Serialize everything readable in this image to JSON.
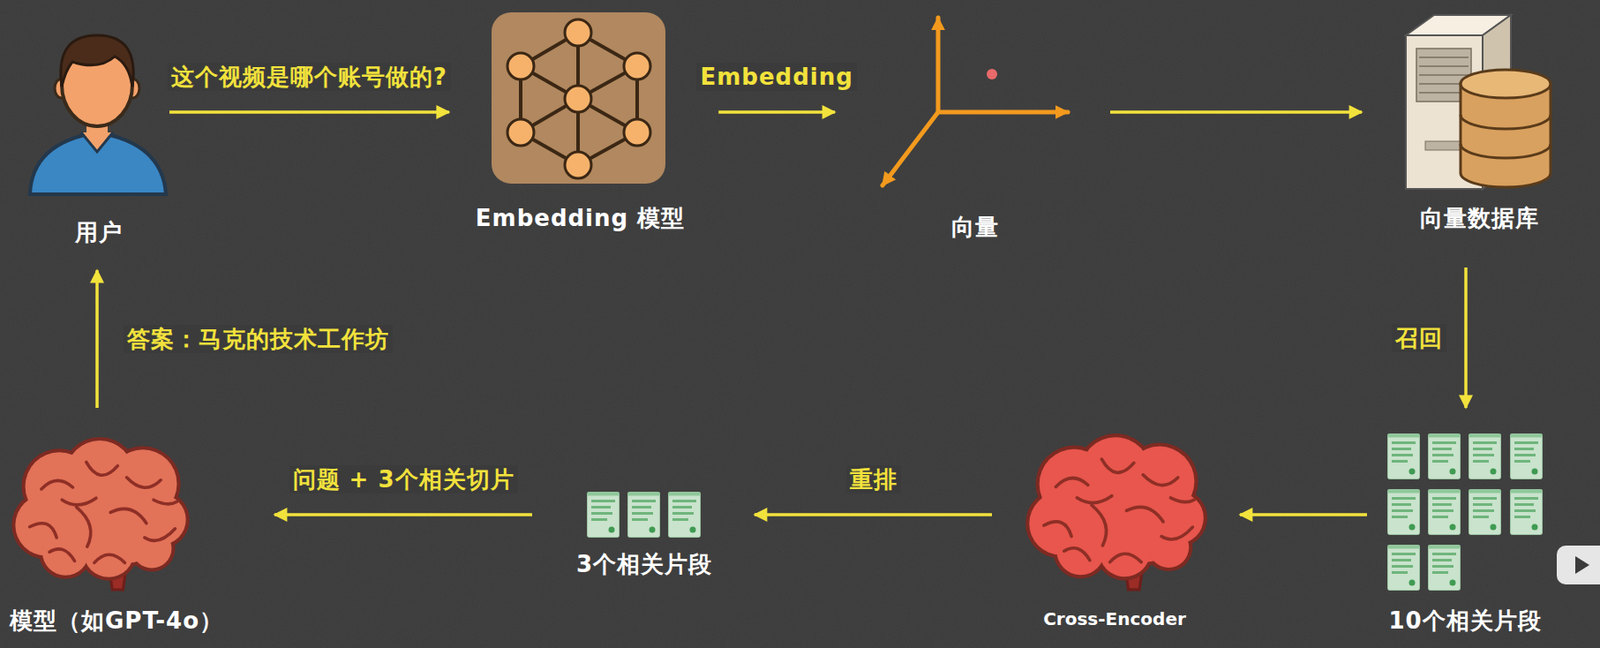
{
  "diagram": {
    "nodes": [
      {
        "text": [
          "用户"
        ]
      },
      {
        "text": [
          "Embedding 模型"
        ]
      },
      {
        "text": [
          "向量"
        ]
      },
      {
        "text": [
          "向量数据库"
        ]
      },
      {
        "text": [
          "10个相关片段"
        ]
      },
      {
        "text": [
          "Cross-Encoder"
        ]
      },
      {
        "text": [
          "3个相关片段"
        ]
      },
      {
        "text": [
          "模型（如GPT-4o）"
        ]
      }
    ],
    "edges": [
      {
        "from": 0,
        "to": 1,
        "label": "这个视频是哪个账号做的?",
        "arrow": "to"
      },
      {
        "from": 1,
        "to": 2,
        "label": "Embedding",
        "arrow": "to"
      },
      {
        "from": 2,
        "to": 3,
        "arrow": "to"
      },
      {
        "from": 3,
        "to": 4,
        "label": "召回",
        "arrow": "to"
      },
      {
        "from": 4,
        "to": 5,
        "arrow": "to"
      },
      {
        "from": 5,
        "to": 6,
        "label": "重排",
        "arrow": "to"
      },
      {
        "from": 6,
        "to": 7,
        "label": "问题 + 3个相关切片",
        "arrow": "to"
      },
      {
        "from": 7,
        "to": 0,
        "label": "答案：马克的技术工作坊",
        "arrow": "to"
      }
    ]
  }
}
